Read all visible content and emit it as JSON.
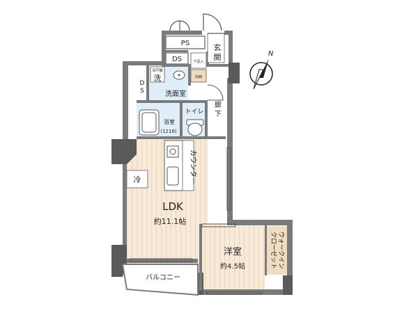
{
  "floorplan": {
    "rooms": {
      "ldk": "LDK",
      "ldk_size": "約11.1帖",
      "western": "洋室",
      "western_size": "約4.5帖",
      "wic": "ウォークインクローゼット",
      "balcony": "バルコニー",
      "counter": "カウンター",
      "fridge": "冷",
      "bath": "浴室",
      "bath_size": "(1216)",
      "toilet": "トイレ",
      "washroom": "洗面室",
      "washer": "洗",
      "hanger": "吊戸棚",
      "storage": "収納",
      "shoebox": "下足入",
      "ds_left": "DS",
      "ds_top": "DS",
      "ps": "PS",
      "entrance": "玄関",
      "corridor": "廊下"
    },
    "compass": {
      "north": "N"
    },
    "colors": {
      "wall": "#7a7a7a",
      "wall_dark": "#555555",
      "floor_wood": "#f7ead9",
      "floor_wood_stripe": "#efd9bd",
      "floor_wet": "#dfeef8",
      "closet": "#f0dcc0"
    }
  }
}
